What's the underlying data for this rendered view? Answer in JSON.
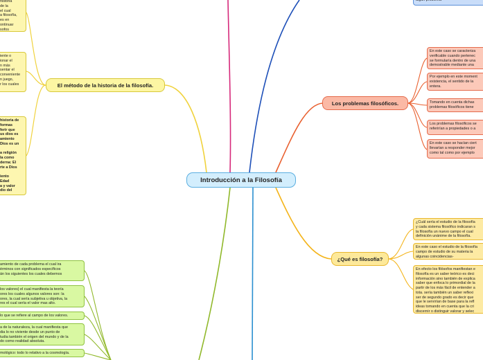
{
  "central": {
    "label": "Introducción a la Filosofía"
  },
  "colors": {
    "central": "#d3eefd",
    "branch_pink": "#d6287a",
    "branch_blue": "#1d4fb8",
    "branch_orange": "#e9602f",
    "branch_yellow": "#f0d23c",
    "branch_gold": "#f4b41a",
    "branch_green": "#90b82a",
    "branch_cyan": "#2a8fd0"
  },
  "topics": {
    "historia": {
      "label": "El método de la historia de la filosofía."
    },
    "problemas": {
      "label": "Los problemas filosóficos."
    },
    "que_es": {
      "label": "¿Qué es filosofía?"
    }
  },
  "historia_notes": [
    "historia\nde la\nel cual\na filosofía,\nes en\nontinuar\nsofos",
    "iente o\nionar el\nn más\nsentar el\nconveniente\nn juego,\nr los cuales",
    "historia de\nformas\nferir que\nus dios es\namiento\nDios es un\n\na religión\nla como\nderna: El\nrte a Dios\n\niento\nEdad\na y valor\ndio del"
  ],
  "problemas_notes": [
    "En este caso se caracteriza\nverificable cuando pertenec\nse formularía dentro de una\ndemostrable mediante una",
    "Por ejemplo en este moment\nexistencia, el sentido de la\nentera.",
    "Tomando en cuenta dichas\nproblemas filosóficos tiene",
    "Los problemas filosóficos se\nreferirían a propiedades o a",
    "En este caso se hacían ciert\nllevarían a responder mejor\ncomo tal como por ejemplo"
  ],
  "que_es_notes": [
    "¿Cuál sería el estudio de la filosofía\ny cada sistema filosófico indicaran s\nla filosofía un nuevo campo el cual\ndefinición unánime de la filosofía.",
    "En este caso el estudio de la filosofía\ncampo de estudio de su materia la\nalgunas coincidencias-",
    "En efecto los filósofos manifiestan e\nfilosofía es un saber teórico es deci\ninformación sino también de explica\nsaber que enfoca lo primordial de la\npartir de los más fácil de entender a\ntota. sería también un saber reflexi\nser de segundo grado es decir que\nque le servirían de base para la refl\nideas tomando en cuenta que la cri\ndiscernir o distinguir valorar y selec"
  ],
  "green_notes": [
    "amiento de cada problema el cual ira\nérminos con significados específicos\nán los siguientes los cuales debemos",
    "los valores) el cual manifiesta la teoría\nores los cuales algunos valores son: la\nores, la cual sería subjetiva u objetiva, la\nres el cual sería el valor mas alto.",
    "lo que se refiere al campo de los valores.",
    "a de la naturaleza, la cual manifiesta que\ndia lo no viviente desde un punto de\ntudia también el origen del mundo y de la\ndo como realidad absoluta.",
    "mológico: todo lo relativo a la cosmología."
  ],
  "blue_note": "algún problema"
}
